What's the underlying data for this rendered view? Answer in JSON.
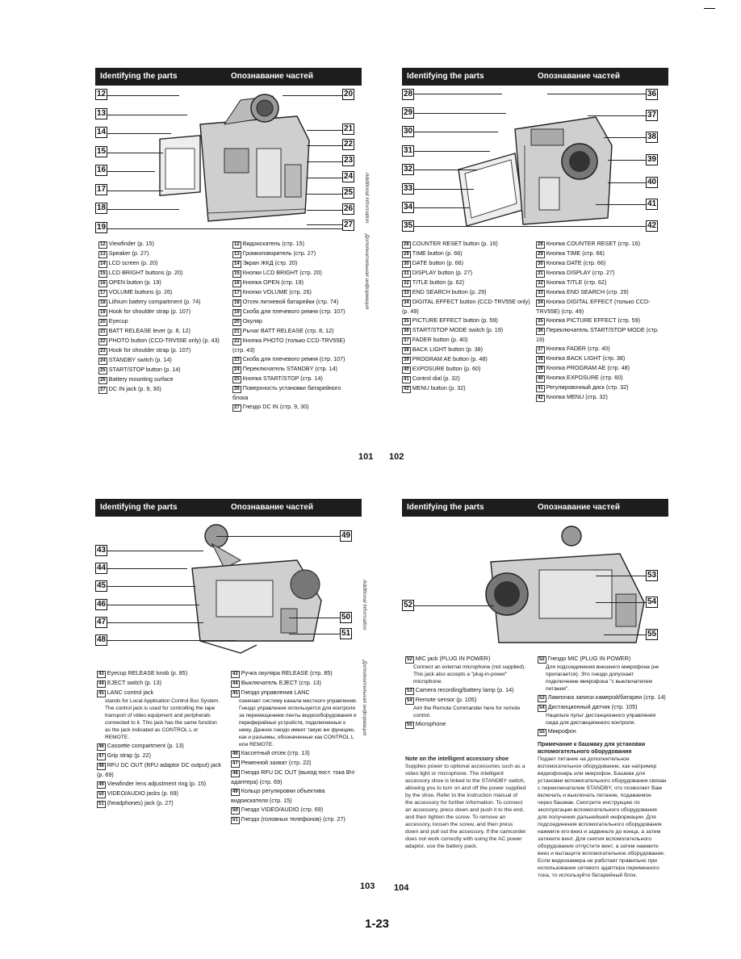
{
  "header": {
    "english": "Identifying the parts",
    "russian": "Опознавание частей"
  },
  "side_label": {
    "english": "Additional information",
    "russian": "Дополнительная информация"
  },
  "page101": {
    "callouts_left": [
      "12",
      "13",
      "14",
      "15",
      "16",
      "17",
      "18",
      "19"
    ],
    "callouts_right": [
      "20",
      "21",
      "22",
      "23",
      "24",
      "25",
      "26",
      "27"
    ],
    "en": [
      {
        "n": "12",
        "t": "Viewfinder (p. 15)"
      },
      {
        "n": "13",
        "t": "Speaker (p. 27)"
      },
      {
        "n": "14",
        "t": "LCD screen (p. 20)"
      },
      {
        "n": "15",
        "t": "LCD BRIGHT buttons (p. 20)"
      },
      {
        "n": "16",
        "t": "OPEN button (p. 19)"
      },
      {
        "n": "17",
        "t": "VOLUME buttons (p. 26)"
      },
      {
        "n": "18",
        "t": "Lithium battery compartment (p. 74)"
      },
      {
        "n": "19",
        "t": "Hook for shoulder strap (p. 107)"
      },
      {
        "n": "20",
        "t": "Eyecup"
      },
      {
        "n": "21",
        "t": "BATT RELEASE lever (p. 8, 12)"
      },
      {
        "n": "22",
        "t": "PHOTO button (CCD-TRV55E only) (p. 43)"
      },
      {
        "n": "23",
        "t": "Hook for shoulder strap (p. 107)"
      },
      {
        "n": "24",
        "t": "STANDBY switch (p. 14)"
      },
      {
        "n": "25",
        "t": "START/STOP button (p. 14)"
      },
      {
        "n": "26",
        "t": "Battery mounting surface"
      },
      {
        "n": "27",
        "t": "DC IN jack (p. 9, 30)"
      }
    ],
    "ru": [
      {
        "n": "12",
        "t": "Видоискатель (стр. 15)"
      },
      {
        "n": "13",
        "t": "Громкоговоритель (стр. 27)"
      },
      {
        "n": "14",
        "t": "Экран ЖКД (стр. 20)"
      },
      {
        "n": "15",
        "t": "Кнопки LCD BRIGHT (стр. 20)"
      },
      {
        "n": "16",
        "t": "Кнопка OPEN (стр. 19)"
      },
      {
        "n": "17",
        "t": "Кнопки VOLUME (стр. 26)"
      },
      {
        "n": "18",
        "t": "Отсек литиевой батарейки (стр. 74)"
      },
      {
        "n": "19",
        "t": "Скоба для плечевого ремня (стр. 107)"
      },
      {
        "n": "20",
        "t": "Окуляр"
      },
      {
        "n": "21",
        "t": "Рычаг BATT RELEASE (стр. 8, 12)"
      },
      {
        "n": "22",
        "t": "Кнопка PHOTO (только CCD-TRV55E) (стр. 43)"
      },
      {
        "n": "23",
        "t": "Скоба для плечевого ремня (стр. 107)"
      },
      {
        "n": "24",
        "t": "Переключатель STANDBY (стр. 14)"
      },
      {
        "n": "25",
        "t": "Кнопка START/STOP (стр. 14)"
      },
      {
        "n": "26",
        "t": "Поверхность установки батарейного блока"
      },
      {
        "n": "27",
        "t": "Гнездо DC IN (стр. 9, 30)"
      }
    ],
    "page_number": "101"
  },
  "page102": {
    "callouts_left": [
      "28",
      "29",
      "30",
      "31",
      "32",
      "33",
      "34",
      "35"
    ],
    "callouts_right": [
      "36",
      "37",
      "38",
      "39",
      "40",
      "41",
      "42"
    ],
    "en": [
      {
        "n": "28",
        "t": "COUNTER RESET button (p. 16)"
      },
      {
        "n": "29",
        "t": "TIME button (p. 66)"
      },
      {
        "n": "30",
        "t": "DATE button (p. 66)"
      },
      {
        "n": "31",
        "t": "DISPLAY button (p. 27)"
      },
      {
        "n": "32",
        "t": "TITLE button (p. 62)"
      },
      {
        "n": "33",
        "t": "END SEARCH button (p. 29)"
      },
      {
        "n": "34",
        "t": "DIGITAL EFFECT button (CCD-TRV55E only) (p. 49)"
      },
      {
        "n": "35",
        "t": "PICTURE EFFECT button (p. 59)"
      },
      {
        "n": "36",
        "t": "START/STOP MODE switch (p. 19)"
      },
      {
        "n": "37",
        "t": "FADER button (p. 40)"
      },
      {
        "n": "38",
        "t": "BACK LIGHT button (p. 38)"
      },
      {
        "n": "39",
        "t": "PROGRAM AE button (p. 48)"
      },
      {
        "n": "40",
        "t": "EXPOSURE button (p. 60)"
      },
      {
        "n": "41",
        "t": "Control dial (p. 32)"
      },
      {
        "n": "42",
        "t": "MENU button (p. 32)"
      }
    ],
    "ru": [
      {
        "n": "28",
        "t": "Кнопка COUNTER RESET (стр. 16)"
      },
      {
        "n": "29",
        "t": "Кнопка TIME (стр. 66)"
      },
      {
        "n": "30",
        "t": "Кнопка DATE (стр. 66)"
      },
      {
        "n": "31",
        "t": "Кнопка DISPLAY (стр. 27)"
      },
      {
        "n": "32",
        "t": "Кнопка TITLE (стр. 62)"
      },
      {
        "n": "33",
        "t": "Кнопка END SEARCH (стр. 29)"
      },
      {
        "n": "34",
        "t": "Кнопка DIGITAL EFFECT (только CCD-TRV55E) (стр. 49)"
      },
      {
        "n": "35",
        "t": "Кнопка PICTURE EFFECT (стр. 59)"
      },
      {
        "n": "36",
        "t": "Переключатель START/STOP MODE (стр. 19)"
      },
      {
        "n": "37",
        "t": "Кнопка FADER (стр. 40)"
      },
      {
        "n": "38",
        "t": "Кнопка BACK LIGHT (стр. 38)"
      },
      {
        "n": "39",
        "t": "Кнопка PROGRAM AE (стр. 48)"
      },
      {
        "n": "40",
        "t": "Кнопка EXPOSURE (стр. 60)"
      },
      {
        "n": "41",
        "t": "Регулировочный диск (стр. 32)"
      },
      {
        "n": "42",
        "t": "Кнопка MENU (стр. 32)"
      }
    ],
    "page_number": "102"
  },
  "page103": {
    "callouts_left": [
      "43",
      "44",
      "45",
      "46",
      "47",
      "48"
    ],
    "callouts_right": [
      "49",
      "50",
      "51"
    ],
    "en": [
      {
        "n": "43",
        "t": "Eyecup RELEASE knob (p. 85)"
      },
      {
        "n": "44",
        "t": "EJECT switch (p. 13)"
      },
      {
        "n": "45",
        "t": "LANC control jack"
      },
      {
        "n": "",
        "t": "stands for Local Application Control Bus System. The control jack is used for controlling the tape transport of video equipment and peripherals connected to it. This jack has the same function as the jack indicated as CONTROL L or REMOTE."
      },
      {
        "n": "46",
        "t": "Cassette compartment (p. 13)"
      },
      {
        "n": "47",
        "t": "Grip strap (p. 22)"
      },
      {
        "n": "48",
        "t": "RFU DC OUT (RFU adaptor DC output) jack (p. 69)"
      },
      {
        "n": "49",
        "t": "Viewfinder lens adjustment ring (p. 15)"
      },
      {
        "n": "50",
        "t": "VIDEO/AUDIO jacks (p. 69)"
      },
      {
        "n": "51",
        "t": "(headphones) jack (p. 27)"
      }
    ],
    "ru": [
      {
        "n": "43",
        "t": "Ручка окуляра RELEASE (стр. 85)"
      },
      {
        "n": "44",
        "t": "Выключатель EJECT (стр. 13)"
      },
      {
        "n": "45",
        "t": "Гнездо управления LANC"
      },
      {
        "n": "",
        "t": "означает систему канала местного управления. Гнездо управления используется для контроля за перемещением ленты видеооборудования и периферийных устройств, подключенных к нему. Данное гнездо имеет такую же функцию, как и разъемы, обозначенные как CONTROL L или REMOTE."
      },
      {
        "n": "46",
        "t": "Кассетный отсек (стр. 13)"
      },
      {
        "n": "47",
        "t": "Ременной захват (стр. 22)"
      },
      {
        "n": "48",
        "t": "Гнездо RFU DC OUT (выход пост. тока ВЧ-адаптера) (стр. 69)"
      },
      {
        "n": "49",
        "t": "Кольцо регулировки объектива видоискателя (стр. 15)"
      },
      {
        "n": "50",
        "t": "Гнездо VIDEO/AUDIO (стр. 69)"
      },
      {
        "n": "51",
        "t": "Гнездо (головных телефонов) (стр. 27)"
      }
    ],
    "page_number": "103"
  },
  "page104": {
    "callouts_left": [
      "52"
    ],
    "callouts_right": [
      "53",
      "54",
      "55"
    ],
    "en": [
      {
        "n": "52",
        "t": "MIC jack (PLUG IN POWER)"
      },
      {
        "n": "",
        "t": "Connect an external microphone (not supplied). This jack also accepts a \"plug-in-power\" microphone."
      },
      {
        "n": "53",
        "t": "Camera recording/battery lamp (p. 14)"
      },
      {
        "n": "54",
        "t": "Remote sensor (p. 105)"
      },
      {
        "n": "",
        "t": "Aim the Remote Commander here for remote control."
      },
      {
        "n": "55",
        "t": "Microphone"
      }
    ],
    "ru": [
      {
        "n": "52",
        "t": "Гнездо MIC (PLUG IN POWER)"
      },
      {
        "n": "",
        "t": "Для подсоединения внешнего микрофона (не прилагается). Это гнездо допускает подключение микрофона \"с выключателем питания\"."
      },
      {
        "n": "53",
        "t": "Лампочка записи камерой/батареи (стр. 14)"
      },
      {
        "n": "54",
        "t": "Дистанционный датчик (стр. 105)"
      },
      {
        "n": "",
        "t": "Нацельте пульт дистанционного управления сюда для дистанционного контроля."
      },
      {
        "n": "55",
        "t": "Микрофон"
      }
    ],
    "note_en_title": "Note on the intelligent accessory shoe",
    "note_en": "Supplies power to optional accessories such as a video light or microphone. The intelligent accessory shoe is linked to the STANDBY switch, allowing you to turn on and off the power supplied by the shoe. Refer to the instruction manual of the accessory for further information. To connect an accessory, press down and push it to the end, and then tighten the screw. To remove an accessory, loosen the screw, and then press down and pull out the accessory. If the camcorder does not work correctly with using the AC power adaptor, use the battery pack.",
    "note_ru_title": "Примечание к башмаку для установки вспомогательного оборудования",
    "note_ru": "Подает питание на дополнительное вспомогательное оборудование, как например видеофонарь или микрофон. Башмак для установки вспомогательного оборудования связан с переключателем STANDBY, что позволяет Вам включать и выключать питание, подаваемое через башмак. Смотрите инструкцию по эксплуатации вспомогательного оборудования для получения дальнейшей информации. Для подсоединения вспомогательного оборудования нажмите его вниз и задвиньте до конца, а затем затяните винт. Для снятия вспомогательного оборудования отпустите винт, а затем нажмите вниз и вытащите вспомогательное оборудование. Если видеокамера не работает правильно при использовании сетевого адаптера переменного тока, то используйте батарейный блок.",
    "page_number": "104"
  },
  "footer": "1-23"
}
